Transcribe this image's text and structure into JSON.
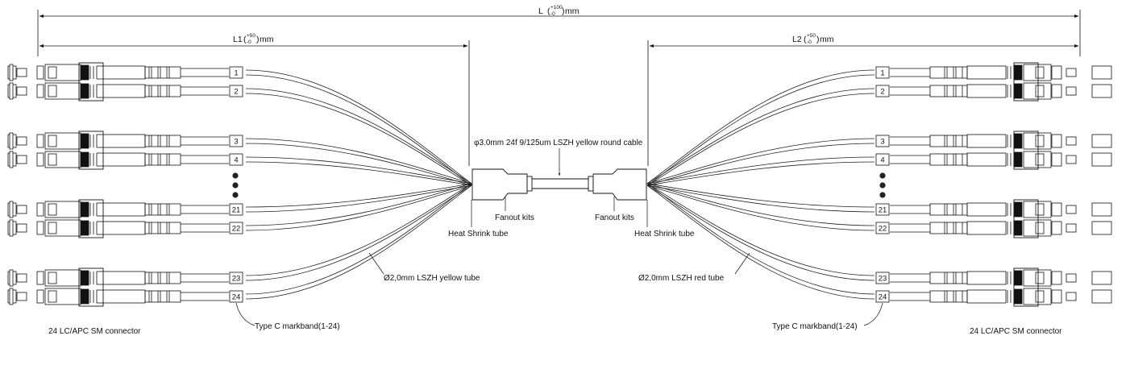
{
  "dimensions": {
    "total": {
      "label": "L",
      "tol_plus": "+100",
      "tol_minus": "-0",
      "unit": "mm"
    },
    "left": {
      "label": "L1",
      "tol_plus": "+50",
      "tol_minus": "-0",
      "unit": "mm"
    },
    "right": {
      "label": "L2",
      "tol_plus": "+50",
      "tol_minus": "-0",
      "unit": "mm"
    }
  },
  "callouts": {
    "trunk_cable": "φ3.0mm 24f 9/125um  LSZH yellow round cable",
    "fanout_left": "Fanout kits",
    "fanout_right": "Fanout kits",
    "heat_shrink_left": "Heat Shrink tube",
    "heat_shrink_right": "Heat Shrink tube",
    "tube_left": "Ø2,0mm LSZH yellow tube",
    "tube_right": "Ø2,0mm LSZH red tube",
    "markband_left": "Type C markband(1-24)",
    "markband_right": "Type C markband(1-24)",
    "connector_left": "24 LC/APC SM connector",
    "connector_right": "24 LC/APC SM connector"
  },
  "markbands": [
    "1",
    "2",
    "3",
    "4",
    "21",
    "22",
    "23",
    "24"
  ],
  "continuation_dots": 3
}
